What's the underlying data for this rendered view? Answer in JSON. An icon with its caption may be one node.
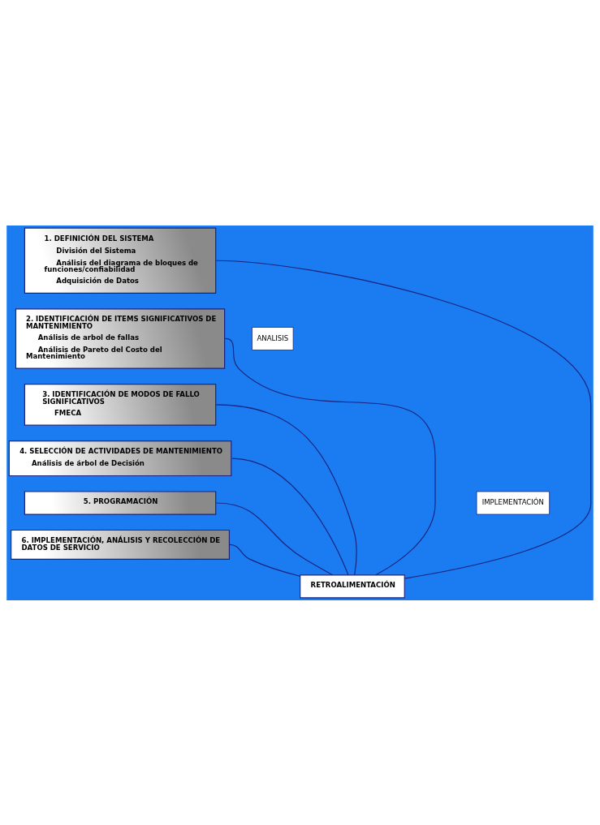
{
  "diagram": {
    "nodes": [
      {
        "text": [
          "1. DEFINICIÓN DEL SISTEMA",
          "División del Sistema",
          "Análisis del diagrama de bloques de funciones/confiabilidad",
          "Adquisición de Datos"
        ]
      },
      {
        "text": [
          "2. IDENTIFICACIÓN DE ITEMS SIGNIFICATIVOS DE MANTENIMIENTO",
          "Análisis de arbol de fallas",
          "Análisis de Pareto del Costo del Mantenimiento"
        ]
      },
      {
        "text": [
          "3. IDENTIFICACIÓN DE MODOS DE FALLO SIGNIFICATIVOS",
          "FMECA"
        ]
      },
      {
        "text": [
          "4. SELECCIÓN DE ACTIVIDADES DE MANTENIMIENTO",
          "Análisis de árbol de Decisión"
        ]
      },
      {
        "text": [
          "5. PROGRAMACIÓN"
        ]
      },
      {
        "text": [
          "6. IMPLEMENTACIÓN, ANÁLISIS Y RECOLECCIÓN DE DATOS DE SERVICIO"
        ]
      },
      {
        "text": [
          "RETROALIMENTACIÓN"
        ]
      }
    ],
    "edges": [
      {
        "from": 0,
        "to": 6,
        "arrow": "none"
      },
      {
        "from": 1,
        "to": 6,
        "arrow": "none"
      },
      {
        "from": 2,
        "to": 6,
        "arrow": "none"
      },
      {
        "from": 3,
        "to": 6,
        "arrow": "none"
      },
      {
        "from": 4,
        "to": 6,
        "arrow": "none"
      },
      {
        "from": 5,
        "to": 6,
        "arrow": "none"
      }
    ],
    "labels": [
      "ANALISIS",
      "IMPLEMENTACIÓN"
    ]
  }
}
